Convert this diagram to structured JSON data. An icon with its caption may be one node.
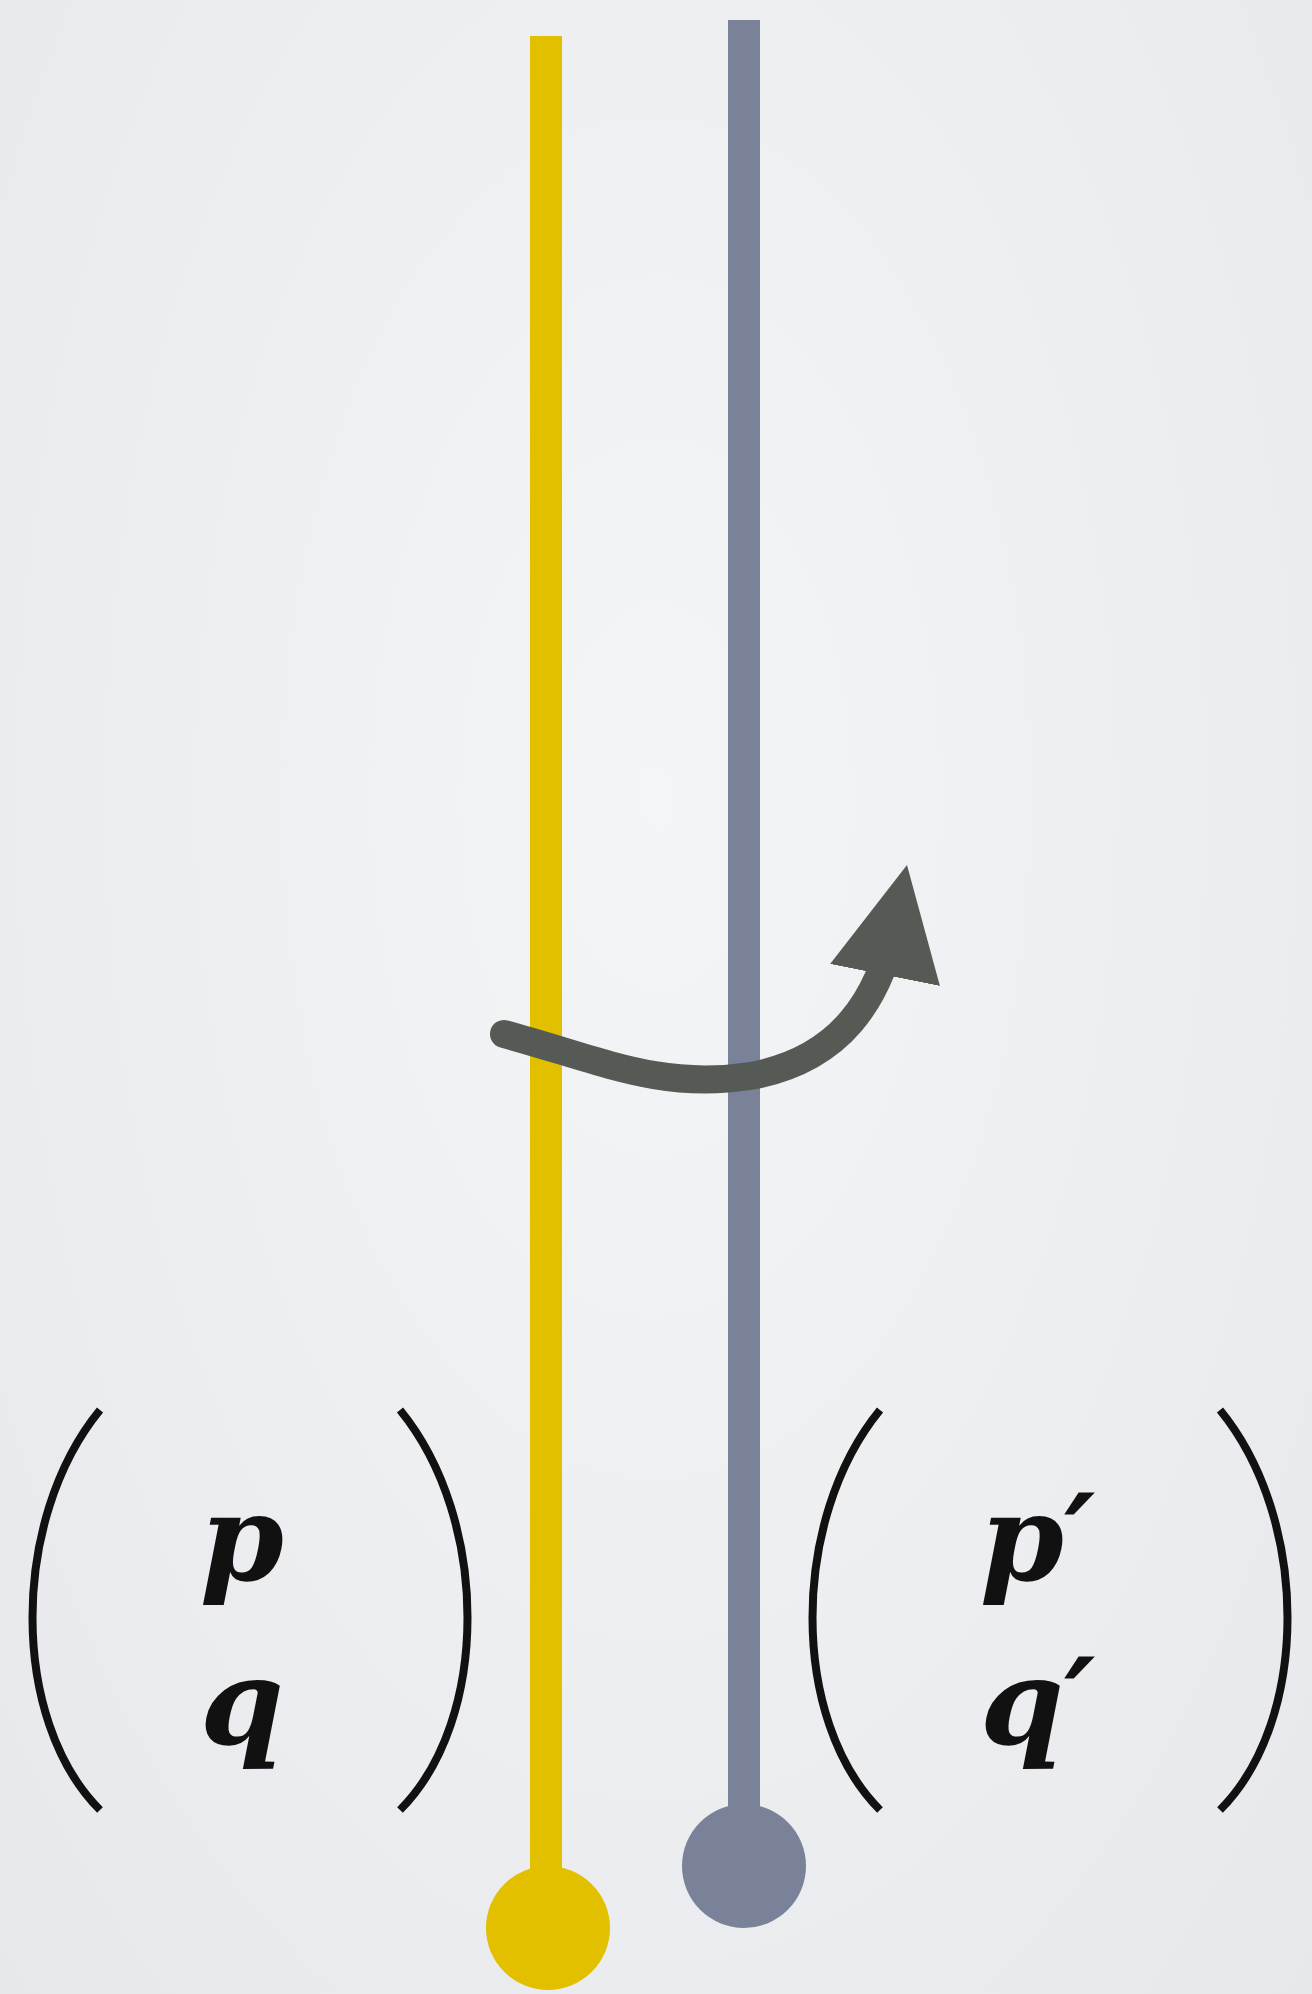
{
  "diagram": {
    "labels": [
      "p",
      "q",
      "p′",
      "q′"
    ]
  }
}
